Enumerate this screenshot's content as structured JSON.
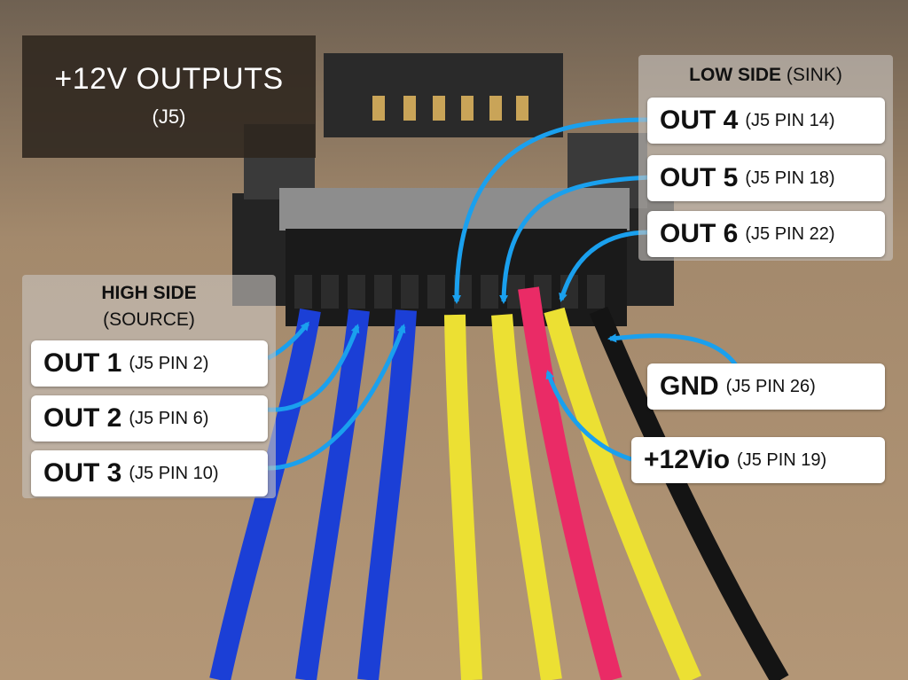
{
  "title": {
    "main": "+12V OUTPUTS",
    "sub": "(J5)"
  },
  "low_side": {
    "heading_bold": "LOW SIDE",
    "heading_rest": "(SINK)"
  },
  "high_side": {
    "heading_bold": "HIGH SIDE",
    "heading_rest": "(SOURCE)"
  },
  "labels": {
    "out1": {
      "main": "OUT 1",
      "pin": "(J5 PIN 2)"
    },
    "out2": {
      "main": "OUT 2",
      "pin": "(J5 PIN 6)"
    },
    "out3": {
      "main": "OUT 3",
      "pin": "(J5 PIN 10)"
    },
    "out4": {
      "main": "OUT 4",
      "pin": "(J5 PIN 14)"
    },
    "out5": {
      "main": "OUT 5",
      "pin": "(J5 PIN 18)"
    },
    "out6": {
      "main": "OUT 6",
      "pin": "(J5 PIN 22)"
    },
    "gnd": {
      "main": "GND",
      "pin": "(J5 PIN 26)"
    },
    "vio": {
      "main": "+12Vio",
      "pin": "(J5 PIN 19)"
    }
  },
  "colors": {
    "background": "#a98e70",
    "wire_blue": "#1b3fd6",
    "wire_yellow": "#ece033",
    "wire_red": "#ea2b66",
    "wire_black": "#141414",
    "arrow": "#1aa0ee"
  }
}
